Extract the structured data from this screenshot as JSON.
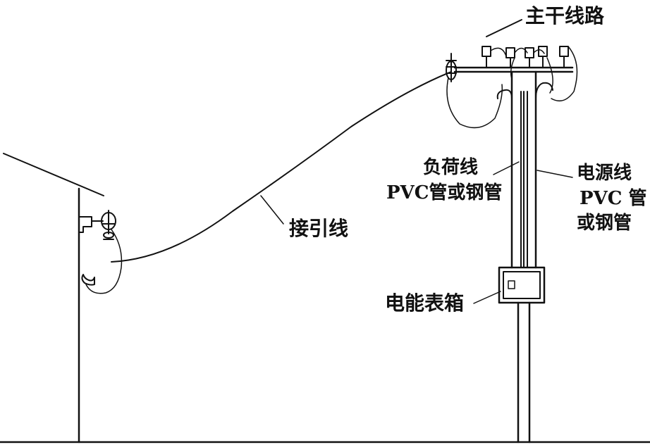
{
  "labels": {
    "main_line": "主干线路",
    "load_line_1": "负荷线",
    "load_line_2": "PVC管或钢管",
    "power_line_1": "电源线",
    "power_line_2": "PVC 管",
    "power_line_3": "或钢管",
    "service_drop": "接引线",
    "meter_box": "电能表箱"
  }
}
